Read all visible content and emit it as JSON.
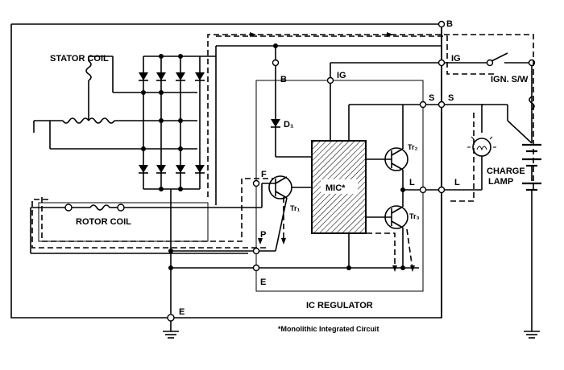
{
  "labels": {
    "stator_coil": "STATOR COIL",
    "rotor_coil": "ROTOR COIL",
    "ic_regulator": "IC REGULATOR",
    "mic": "MIC*",
    "charge_lamp_1": "CHARGE",
    "charge_lamp_2": "LAMP",
    "ign_sw": "IGN. S/W",
    "terminal_b_top": "B",
    "terminal_ig_top": "IG",
    "terminal_b_inner": "B",
    "terminal_ig_inner": "IG",
    "terminal_s_inner": "S",
    "terminal_s_outer": "S",
    "terminal_f": "F",
    "terminal_p": "P",
    "terminal_e_inner": "E",
    "terminal_e_outer": "E",
    "terminal_l_inner": "L",
    "terminal_l_outer": "L",
    "diode_d1": "D₁",
    "tr1": "Tr₁",
    "tr2": "Tr₂",
    "tr3": "Tr₃",
    "footnote": "*Monolithic Integrated Circuit"
  }
}
